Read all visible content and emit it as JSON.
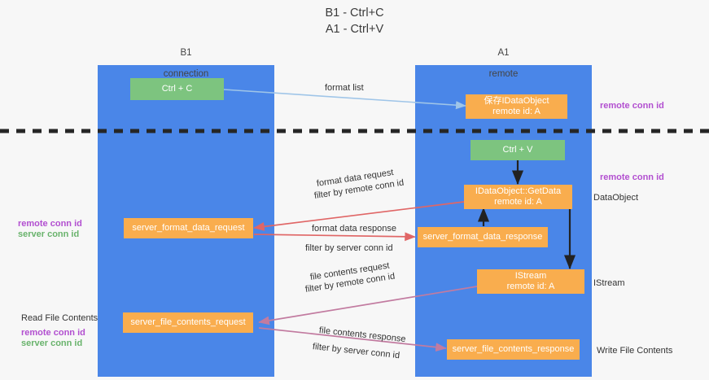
{
  "title": "B1 - Ctrl+C\nA1 - Ctrl+V",
  "colors": {
    "lane": "#4a86e8",
    "green_node": "#7dc47f",
    "orange_node": "#f9ad4e",
    "purple_text": "#b24fd0",
    "green_text": "#69b36c",
    "background": "#f7f7f7",
    "divider": "#262626",
    "arrow_blue": "#9fc5e8",
    "arrow_red": "#e06666",
    "arrow_magenta": "#c27ba0",
    "arrow_dark": "#222222"
  },
  "lanes": [
    {
      "id": "b1",
      "title": "B1",
      "subtitle": "connection"
    },
    {
      "id": "a1",
      "title": "A1",
      "subtitle": "remote"
    }
  ],
  "nodes": [
    {
      "id": "ctrl-c",
      "line1": "Ctrl + C",
      "line2": "",
      "color": "green"
    },
    {
      "id": "save-idataobject",
      "line1": "保存IDataObject",
      "line2": "remote id: A",
      "color": "orange"
    },
    {
      "id": "ctrl-v",
      "line1": "Ctrl + V",
      "line2": "",
      "color": "green"
    },
    {
      "id": "idataobject-getdata",
      "line1": "IDataObject::GetData",
      "line2": "remote id: A",
      "color": "orange"
    },
    {
      "id": "server-format-data-request",
      "line1": "server_format_data_request",
      "line2": "",
      "color": "orange"
    },
    {
      "id": "server-format-data-response",
      "line1": "server_format_data_response",
      "line2": "",
      "color": "orange"
    },
    {
      "id": "istream",
      "line1": "IStream",
      "line2": "remote id: A",
      "color": "orange"
    },
    {
      "id": "server-file-contents-request",
      "line1": "server_file_contents_request",
      "line2": "",
      "color": "orange"
    },
    {
      "id": "server-file-contents-response",
      "line1": "server_file_contents_response",
      "line2": "",
      "color": "orange"
    }
  ],
  "edge_labels": [
    {
      "id": "format-list",
      "text": "format list"
    },
    {
      "id": "format-data-request",
      "text": "format data request"
    },
    {
      "id": "format-data-response",
      "text": "format data response"
    },
    {
      "id": "file-contents-request",
      "text": "file contents request"
    },
    {
      "id": "file-contents-response",
      "text": "file contents response"
    }
  ],
  "filters": [
    {
      "id": "filter-format-data-request",
      "prefix": "filter by ",
      "key": "remote conn id"
    },
    {
      "id": "filter-format-data-response",
      "prefix": "filter by ",
      "key": "server conn id"
    },
    {
      "id": "filter-file-contents-request",
      "prefix": "filter by ",
      "key": "remote conn id"
    },
    {
      "id": "filter-file-contents-response",
      "prefix": "filter by ",
      "key": "server conn id"
    }
  ],
  "annotations": {
    "right_top_remote_conn_id": "remote conn id",
    "right_mid_remote_conn_id": "remote conn id",
    "right_dataobject": "DataObject",
    "right_istream": "IStream",
    "right_write_file_contents": "Write File Contents",
    "left_remote_conn_id_1": "remote conn id",
    "left_server_conn_id_1": "server conn id",
    "left_read_file_contents": "Read File Contents",
    "left_remote_conn_id_2": "remote conn id",
    "left_server_conn_id_2": "server conn id"
  }
}
